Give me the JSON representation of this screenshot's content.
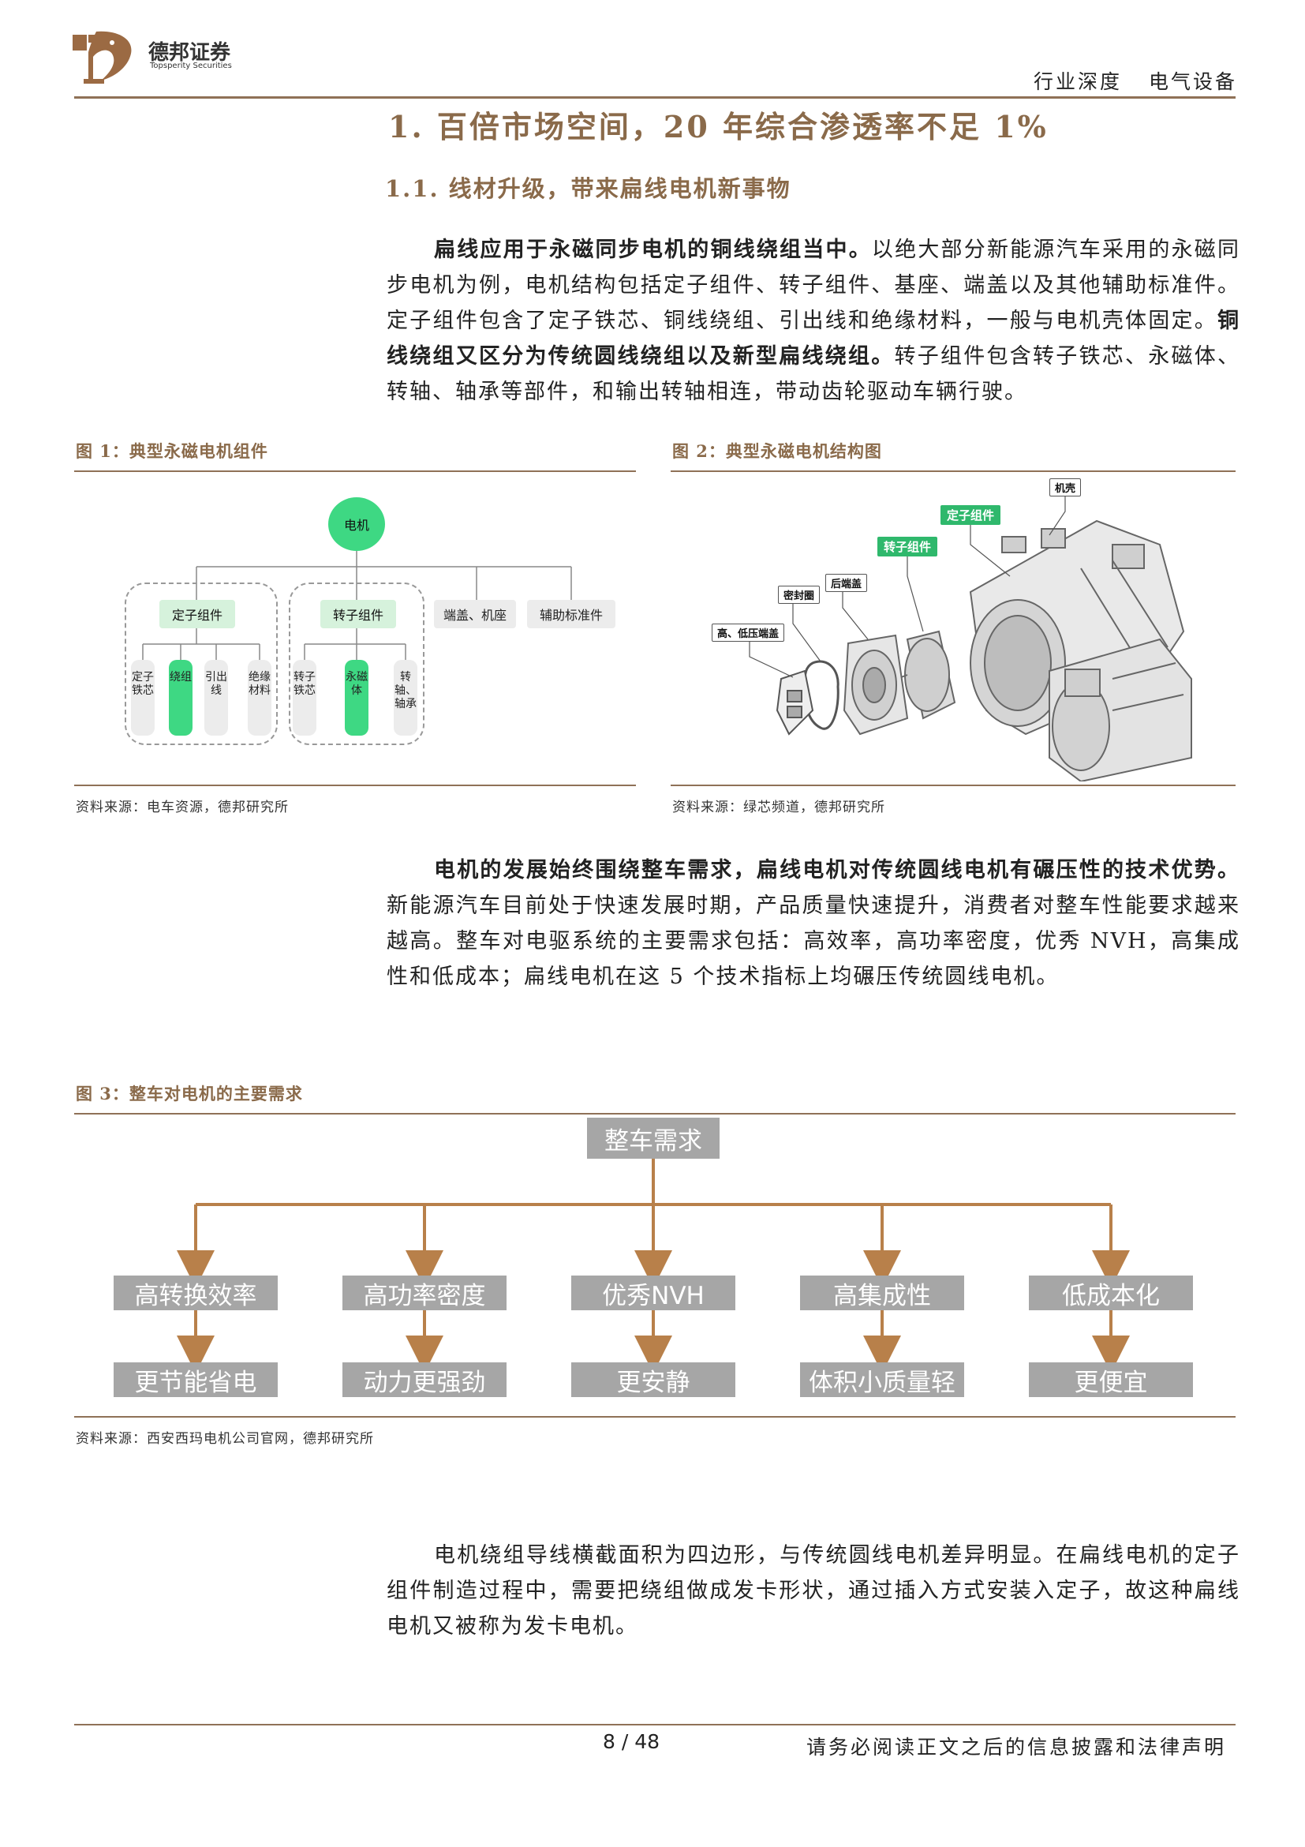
{
  "header": {
    "logo_cn": "德邦证券",
    "logo_en": "Topsperity Securities",
    "category": "行业深度",
    "industry": "电气设备"
  },
  "section": {
    "title": "1. 百倍市场空间，20 年综合渗透率不足 1%",
    "subtitle": "1.1. 线材升级，带来扁线电机新事物"
  },
  "para1": {
    "bold1": "扁线应用于永磁同步电机的铜线绕组当中。",
    "text1": "以绝大部分新能源汽车采用的永磁同步电机为例，电机结构包括定子组件、转子组件、基座、端盖以及其他辅助标准件。定子组件包含了定子铁芯、铜线绕组、引出线和绝缘材料，一般与电机壳体固定。",
    "bold2": "铜线绕组又区分为传统圆线绕组以及新型扁线绕组。",
    "text2": "转子组件包含转子铁芯、永磁体、转轴、轴承等部件，和输出转轴相连，带动齿轮驱动车辆行驶。"
  },
  "fig1": {
    "title": "图 1：典型永磁电机组件",
    "root": "电机",
    "stator": "定子组件",
    "rotor": "转子组件",
    "end_cover": "端盖、机座",
    "aux": "辅助标准件",
    "stator_leaves": [
      "定子铁芯",
      "绕组",
      "引出线",
      "绝缘材料"
    ],
    "rotor_leaves": [
      "转子铁芯",
      "永磁体",
      "转轴、轴承"
    ],
    "source": "资料来源：电车资源，德邦研究所"
  },
  "fig2": {
    "title": "图 2：典型永磁电机结构图",
    "labels": {
      "housing": "机壳",
      "stator": "定子组件",
      "rotor": "转子组件",
      "rear_cover": "后端盖",
      "seal": "密封圈",
      "hv_lv_cover": "高、低压端盖"
    },
    "source": "资料来源：绿芯频道，德邦研究所"
  },
  "para2": {
    "bold": "电机的发展始终围绕整车需求，扁线电机对传统圆线电机有碾压性的技术优势。",
    "text": "新能源汽车目前处于快速发展时期，产品质量快速提升，消费者对整车性能要求越来越高。整车对电驱系统的主要需求包括：高效率，高功率密度，优秀 NVH，高集成性和低成本；扁线电机在这 5 个技术指标上均碾压传统圆线电机。"
  },
  "fig3": {
    "title": "图 3：整车对电机的主要需求",
    "root": "整车需求",
    "needs": [
      "高转换效率",
      "高功率密度",
      "优秀NVH",
      "高集成性",
      "低成本化"
    ],
    "results": [
      "更节能省电",
      "动力更强劲",
      "更安静",
      "体积小质量轻",
      "更便宜"
    ],
    "source": "资料来源：西安西玛电机公司官网，德邦研究所"
  },
  "para3": {
    "text": "电机绕组导线横截面积为四边形，与传统圆线电机差异明显。在扁线电机的定子组件制造过程中，需要把绕组做成发卡形状，通过插入方式安装入定子，故这种扁线电机又被称为发卡电机。"
  },
  "footer": {
    "page": "8 / 48",
    "disclaimer": "请务必阅读正文之后的信息披露和法律声明"
  },
  "colors": {
    "accent": "#8f7157",
    "green": "#3ed883",
    "box_gray": "#a6a6a6",
    "arrow": "#b8804a"
  }
}
